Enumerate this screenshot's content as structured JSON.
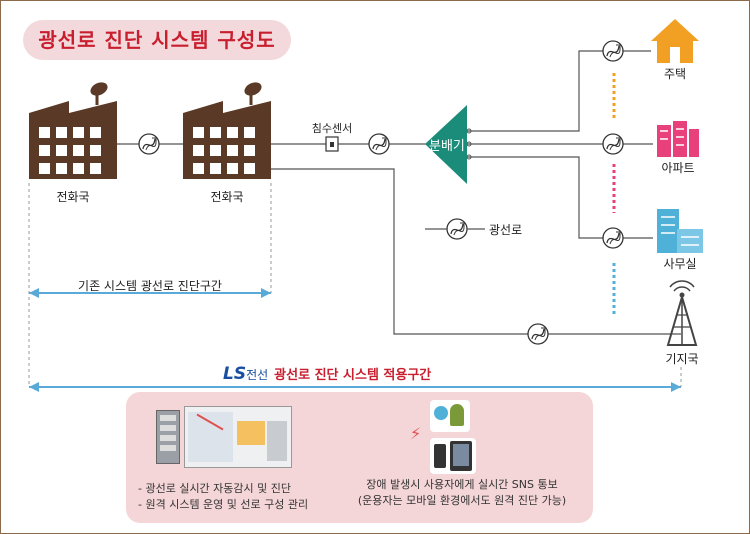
{
  "title": "광선로 진단 시스템 구성도",
  "nodes": {
    "exchange_1": "전화국",
    "exchange_2": "전화국",
    "sensor": "침수센서",
    "splitter": "분배기",
    "house": "주택",
    "apartment": "아파트",
    "office": "사무실",
    "base_station": "기지국"
  },
  "legend": {
    "fiber": "광선로"
  },
  "spans": {
    "existing": "기존 시스템 광선로 진단구간",
    "ls_brand": "LS",
    "ls_sub": "전선",
    "applied": "광선로 진단 시스템 적용구간"
  },
  "features": {
    "left_1": "- 광선로 실시간 자동감시 및 진단",
    "left_2": "- 원격 시스템 운영 및 선로 구성 관리",
    "right_1": "장애 발생시 사용자에게 실시간 SNS 통보",
    "right_2": "(운용자는 모바일 환경에서도 원격 진단 가능)"
  },
  "colors": {
    "title_bg": "#f3d9dc",
    "title_text": "#c81e2e",
    "building": "#5a3a26",
    "splitter": "#1c8c7a",
    "arrow": "#5aaad8",
    "house": "#f2a024",
    "apartment": "#e8407a",
    "office": "#4fb0d8",
    "bottom_box": "#f5d6d8"
  }
}
